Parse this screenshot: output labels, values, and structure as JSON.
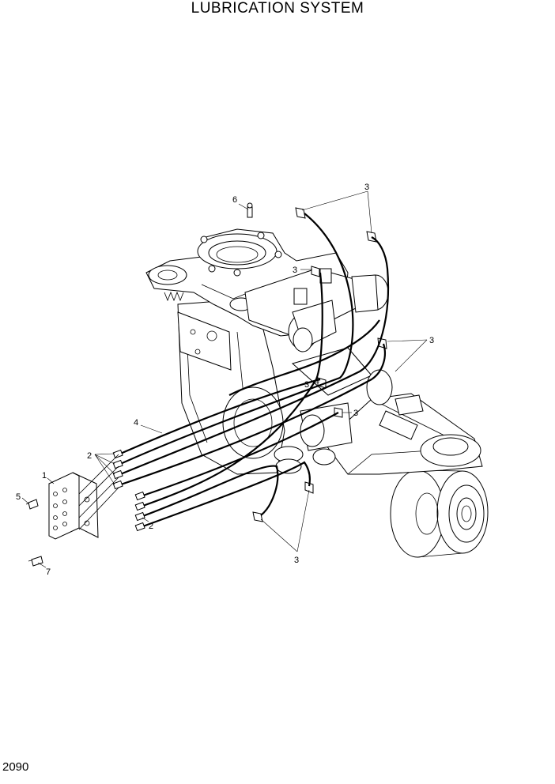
{
  "title": "LUBRICATION SYSTEM",
  "page_number": "2090",
  "callouts": {
    "c1": "1",
    "c2a": "2",
    "c2b": "2",
    "c3a": "3",
    "c3b": "3",
    "c3c": "3",
    "c3d": "3",
    "c3e": "3",
    "c3f": "3",
    "c4": "4",
    "c5": "5",
    "c6": "6",
    "c7": "7"
  }
}
